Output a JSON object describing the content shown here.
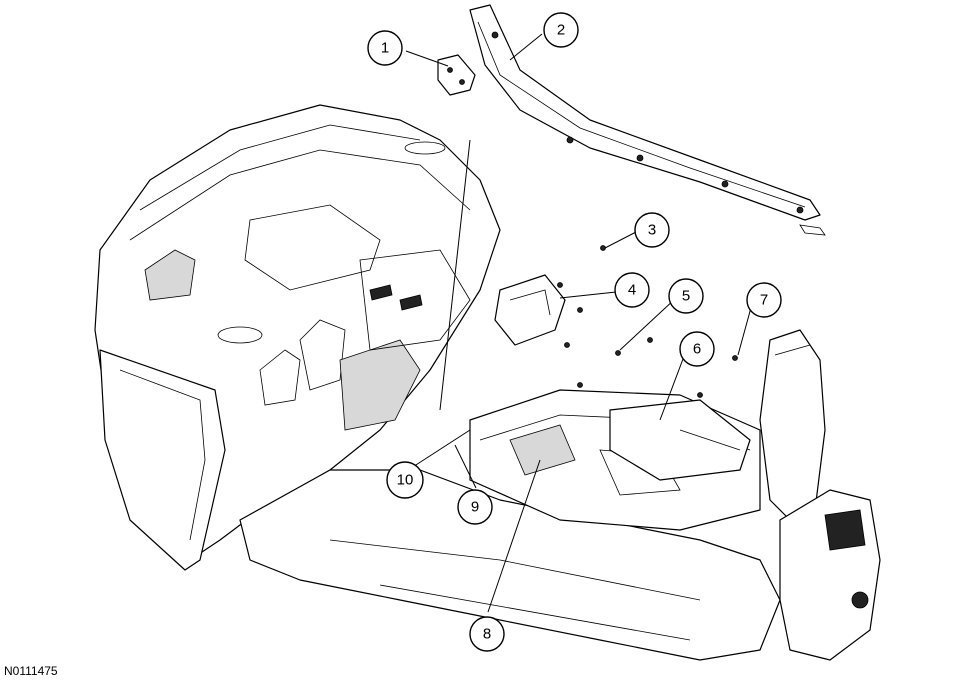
{
  "figure_id": "N0111475",
  "callouts": [
    {
      "label": "1"
    },
    {
      "label": "2"
    },
    {
      "label": "3"
    },
    {
      "label": "4"
    },
    {
      "label": "5"
    },
    {
      "label": "6"
    },
    {
      "label": "7"
    },
    {
      "label": "8"
    },
    {
      "label": "9"
    },
    {
      "label": "10"
    }
  ]
}
